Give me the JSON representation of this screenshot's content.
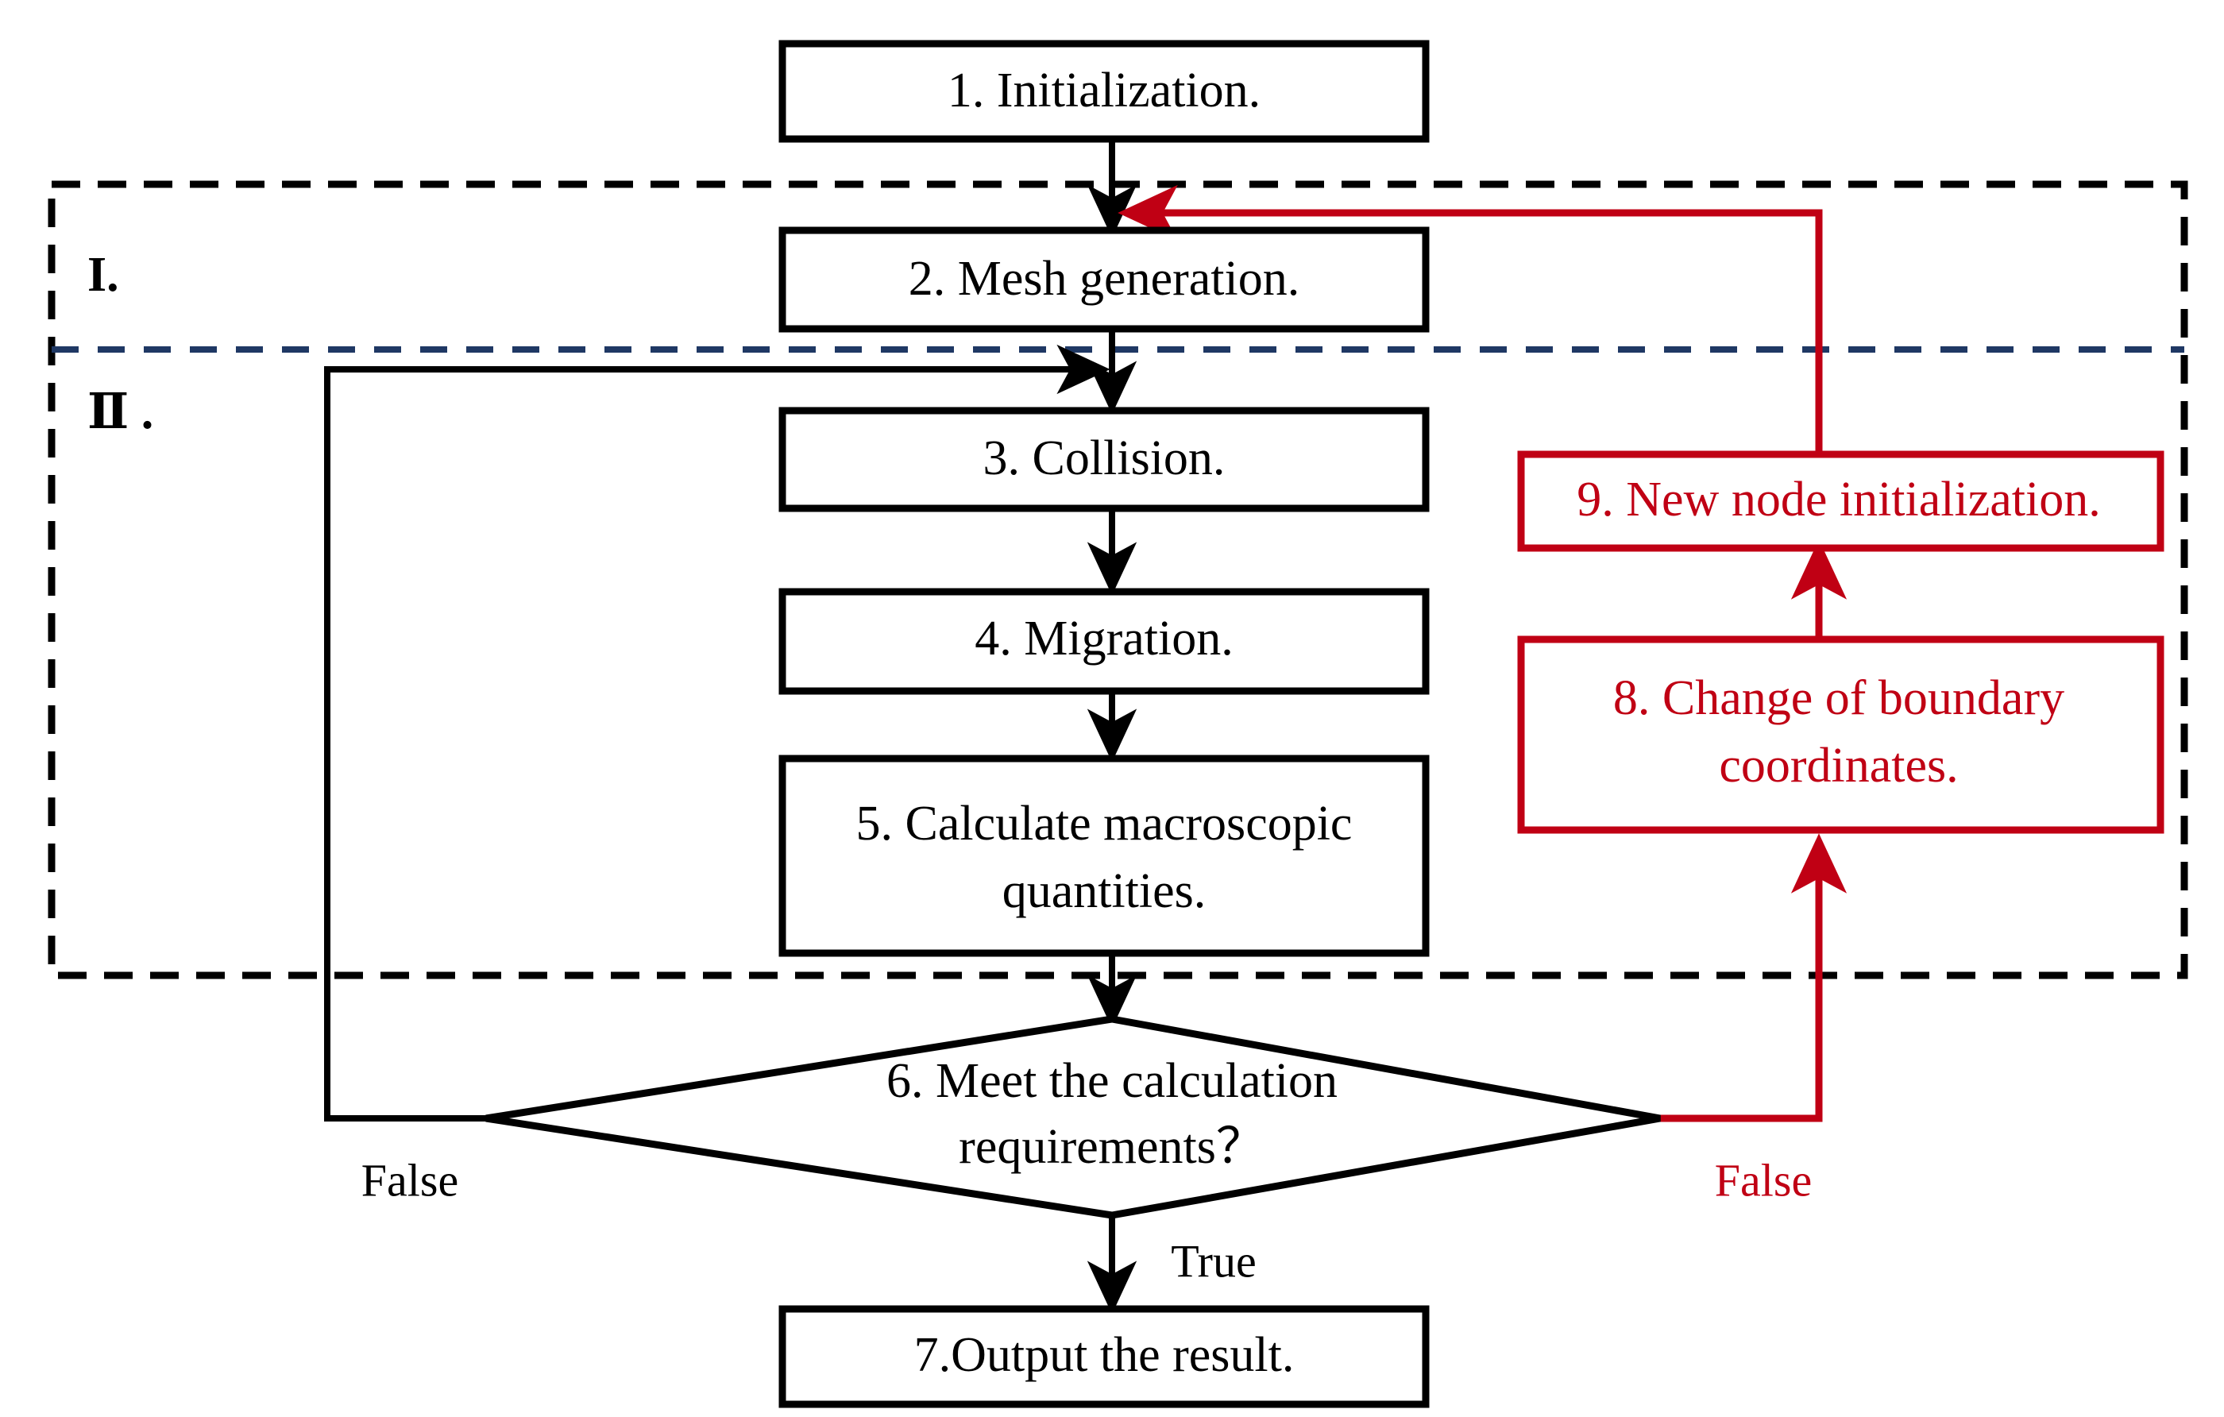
{
  "diagram": {
    "title": "LBM simulation flowchart with moving boundary loop",
    "colors": {
      "black": "#000000",
      "red": "#C00014",
      "navy": "#1F3864",
      "white": "#ffffff"
    },
    "phase_labels": [
      {
        "id": "phase-1",
        "text": "I."
      },
      {
        "id": "phase-2",
        "text": "Ⅱ ."
      }
    ],
    "nodes": [
      {
        "id": "node-1",
        "shape": "process",
        "color": "black",
        "lines": [
          "1. Initialization."
        ]
      },
      {
        "id": "node-2",
        "shape": "process",
        "color": "black",
        "lines": [
          "2. Mesh generation."
        ]
      },
      {
        "id": "node-3",
        "shape": "process",
        "color": "black",
        "lines": [
          "3. Collision."
        ]
      },
      {
        "id": "node-4",
        "shape": "process",
        "color": "black",
        "lines": [
          "4. Migration."
        ]
      },
      {
        "id": "node-5",
        "shape": "process",
        "color": "black",
        "lines": [
          "5. Calculate macroscopic",
          "quantities."
        ]
      },
      {
        "id": "node-6",
        "shape": "decision",
        "color": "black",
        "lines": [
          "6. Meet the calculation",
          "requirements？"
        ]
      },
      {
        "id": "node-7",
        "shape": "process",
        "color": "black",
        "lines": [
          "7.Output the result."
        ]
      },
      {
        "id": "node-8",
        "shape": "process",
        "color": "red",
        "lines": [
          "8. Change of boundary",
          "coordinates."
        ]
      },
      {
        "id": "node-9",
        "shape": "process",
        "color": "red",
        "lines": [
          "9. New node initialization."
        ]
      }
    ],
    "edge_labels": [
      {
        "id": "edge-label-false-left",
        "text": "False",
        "color": "black"
      },
      {
        "id": "edge-label-false-right",
        "text": "False",
        "color": "red"
      },
      {
        "id": "edge-label-true",
        "text": "True",
        "color": "black"
      }
    ]
  }
}
